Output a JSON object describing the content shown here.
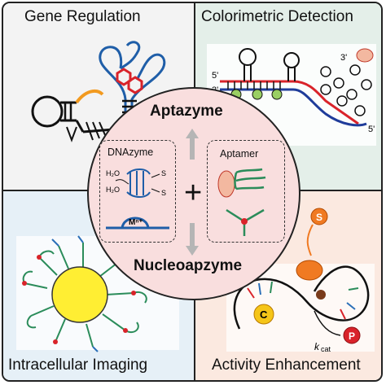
{
  "quadrants": {
    "top_left": "Gene Regulation",
    "top_right": "Colorimetric Detection",
    "bottom_left": "Intracellular Imaging",
    "bottom_right": "Activity Enhancement"
  },
  "center": {
    "top_label": "Aptazyme",
    "bottom_label": "Nucleoapzyme",
    "plus_sign": "+",
    "left_box": {
      "label": "DNAzyme",
      "h2o_1": "H₂O",
      "h2o_2": "H₂O",
      "s_1": "S",
      "s_2": "S",
      "metal_label": "Mⁿ⁺"
    },
    "right_box": {
      "label": "Aptamer"
    }
  },
  "activity_labels": {
    "c": "C",
    "s": "S",
    "p": "P",
    "kcat": "k",
    "kcat_sub": "cat"
  },
  "colorimetric_labels": {
    "five_prime_1": "5'",
    "five_prime_2": "5'",
    "three_prime_1": "3'",
    "three_prime_2": "3'"
  },
  "colors": {
    "tl_bg": "#f3f3f3",
    "tr_bg": "#e4efe9",
    "bl_bg": "#e6f0f7",
    "br_bg": "#fbe9e0",
    "center_bg": "#f9dede"
  }
}
